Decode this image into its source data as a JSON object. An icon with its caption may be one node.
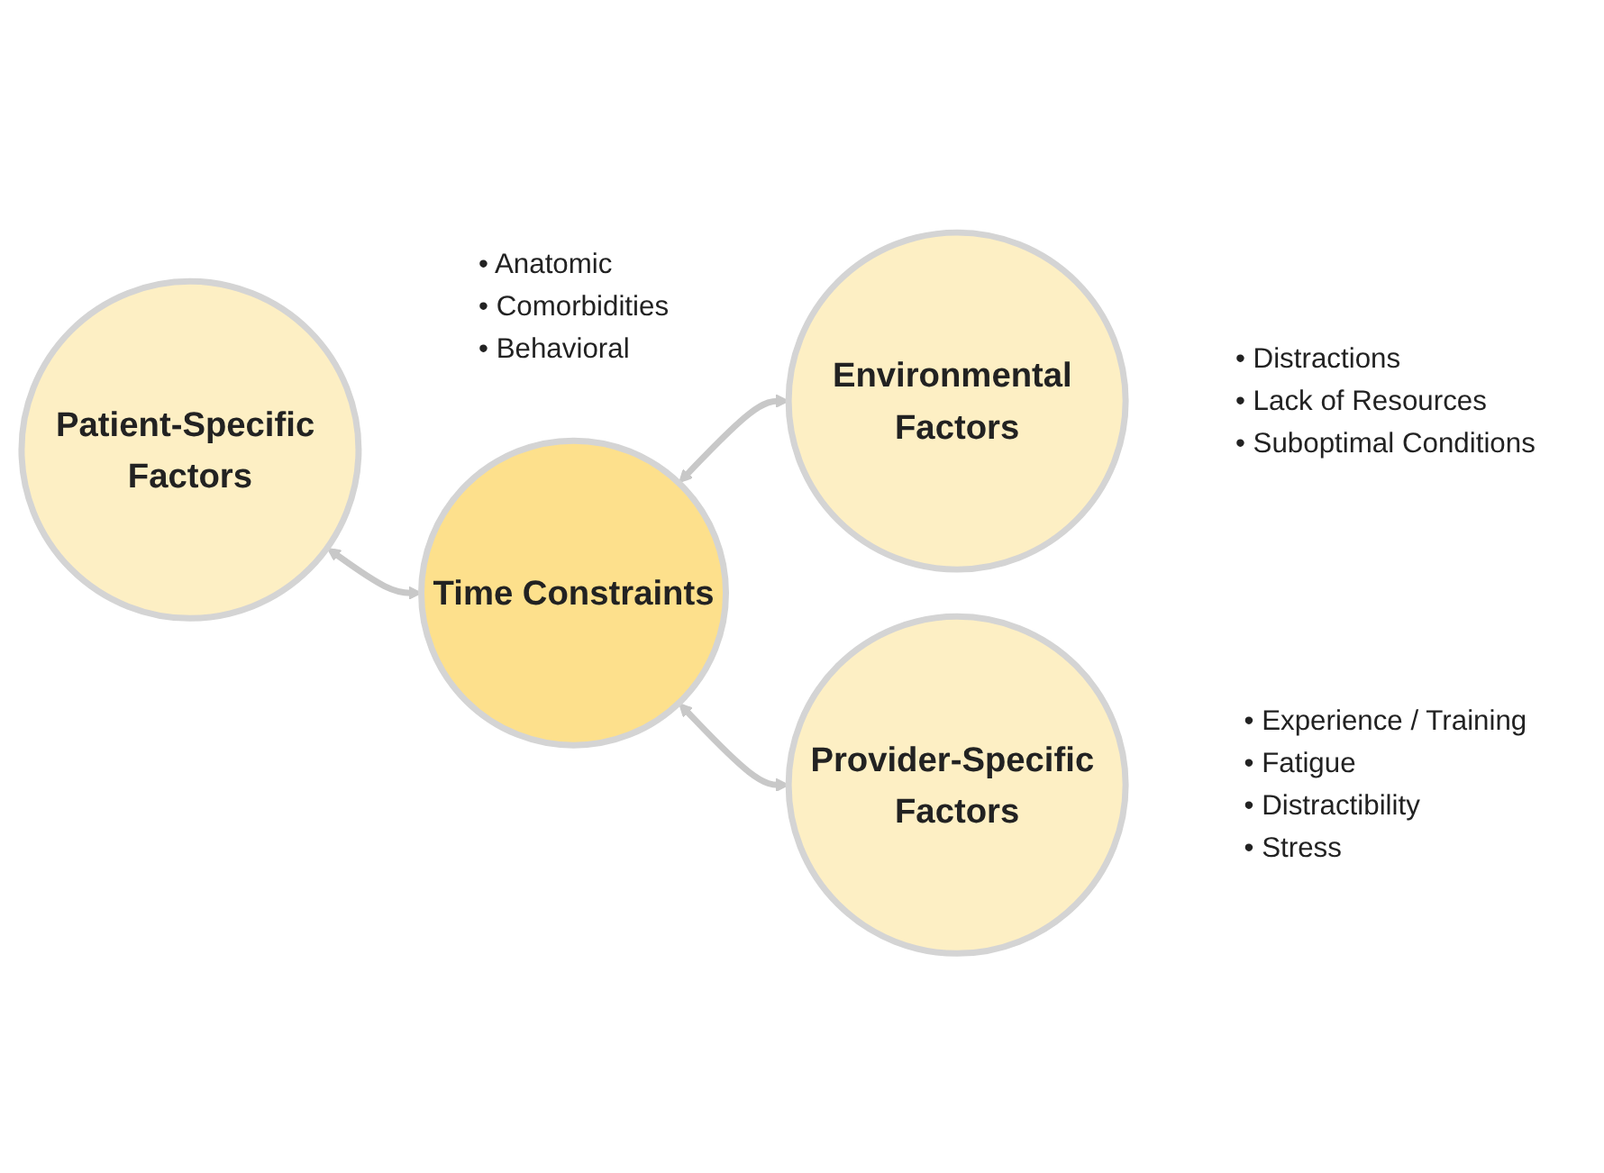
{
  "diagram": {
    "nodes": [
      {
        "text": [
          "Patient-Specific Factors"
        ],
        "beside": [
          "• Anatomic",
          "• Comorbidities",
          "• Behavioral"
        ]
      },
      {
        "text": [
          "Time Constraints"
        ]
      },
      {
        "text": [
          "Environmental Factors"
        ],
        "beside": [
          "• Distractions",
          "• Lack of Resources",
          "• Suboptimal Conditions"
        ]
      },
      {
        "text": [
          "Provider-Specific Factors"
        ],
        "beside": [
          "• Experience / Training",
          "• Fatigue",
          "• Distractibility",
          "• Stress"
        ]
      }
    ],
    "edges": [
      {
        "from": 0,
        "to": 1,
        "arrow": "both"
      },
      {
        "from": 1,
        "to": 2,
        "arrow": "both"
      },
      {
        "from": 1,
        "to": 3,
        "arrow": "both"
      }
    ]
  }
}
